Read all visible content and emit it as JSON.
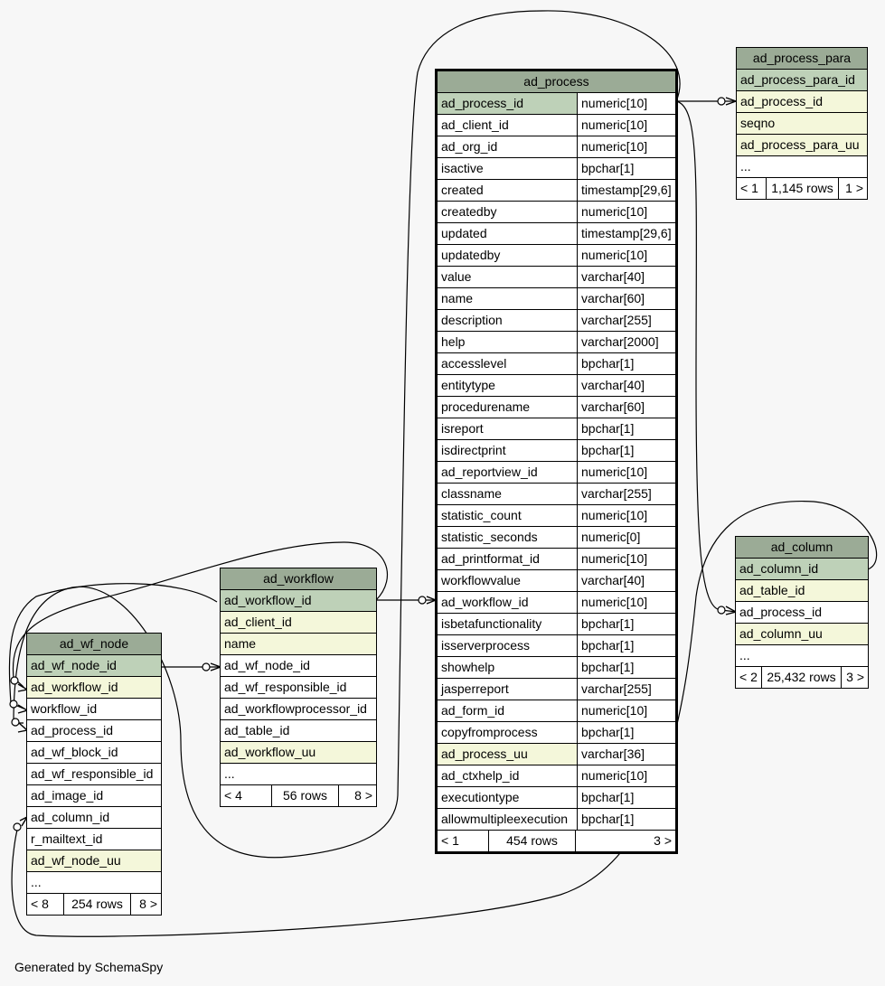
{
  "tables": {
    "ad_process": {
      "name": "ad_process",
      "columns": [
        {
          "name": "ad_process_id",
          "type": "numeric[10]",
          "key": "pk"
        },
        {
          "name": "ad_client_id",
          "type": "numeric[10]",
          "key": ""
        },
        {
          "name": "ad_org_id",
          "type": "numeric[10]",
          "key": ""
        },
        {
          "name": "isactive",
          "type": "bpchar[1]",
          "key": ""
        },
        {
          "name": "created",
          "type": "timestamp[29,6]",
          "key": ""
        },
        {
          "name": "createdby",
          "type": "numeric[10]",
          "key": ""
        },
        {
          "name": "updated",
          "type": "timestamp[29,6]",
          "key": ""
        },
        {
          "name": "updatedby",
          "type": "numeric[10]",
          "key": ""
        },
        {
          "name": "value",
          "type": "varchar[40]",
          "key": ""
        },
        {
          "name": "name",
          "type": "varchar[60]",
          "key": ""
        },
        {
          "name": "description",
          "type": "varchar[255]",
          "key": ""
        },
        {
          "name": "help",
          "type": "varchar[2000]",
          "key": ""
        },
        {
          "name": "accesslevel",
          "type": "bpchar[1]",
          "key": ""
        },
        {
          "name": "entitytype",
          "type": "varchar[40]",
          "key": ""
        },
        {
          "name": "procedurename",
          "type": "varchar[60]",
          "key": ""
        },
        {
          "name": "isreport",
          "type": "bpchar[1]",
          "key": ""
        },
        {
          "name": "isdirectprint",
          "type": "bpchar[1]",
          "key": ""
        },
        {
          "name": "ad_reportview_id",
          "type": "numeric[10]",
          "key": ""
        },
        {
          "name": "classname",
          "type": "varchar[255]",
          "key": ""
        },
        {
          "name": "statistic_count",
          "type": "numeric[10]",
          "key": ""
        },
        {
          "name": "statistic_seconds",
          "type": "numeric[0]",
          "key": ""
        },
        {
          "name": "ad_printformat_id",
          "type": "numeric[10]",
          "key": ""
        },
        {
          "name": "workflowvalue",
          "type": "varchar[40]",
          "key": ""
        },
        {
          "name": "ad_workflow_id",
          "type": "numeric[10]",
          "key": ""
        },
        {
          "name": "isbetafunctionality",
          "type": "bpchar[1]",
          "key": ""
        },
        {
          "name": "isserverprocess",
          "type": "bpchar[1]",
          "key": ""
        },
        {
          "name": "showhelp",
          "type": "bpchar[1]",
          "key": ""
        },
        {
          "name": "jasperreport",
          "type": "varchar[255]",
          "key": ""
        },
        {
          "name": "ad_form_id",
          "type": "numeric[10]",
          "key": ""
        },
        {
          "name": "copyfromprocess",
          "type": "bpchar[1]",
          "key": ""
        },
        {
          "name": "ad_process_uu",
          "type": "varchar[36]",
          "key": "fk"
        },
        {
          "name": "ad_ctxhelp_id",
          "type": "numeric[10]",
          "key": ""
        },
        {
          "name": "executiontype",
          "type": "bpchar[1]",
          "key": ""
        },
        {
          "name": "allowmultipleexecution",
          "type": "bpchar[1]",
          "key": ""
        }
      ],
      "footer": [
        "< 1",
        "454 rows",
        "3 >"
      ]
    },
    "ad_process_para": {
      "name": "ad_process_para",
      "columns": [
        {
          "name": "ad_process_para_id",
          "key": "pk"
        },
        {
          "name": "ad_process_id",
          "key": "fk"
        },
        {
          "name": "seqno",
          "key": "fk"
        },
        {
          "name": "ad_process_para_uu",
          "key": "fk"
        },
        {
          "name": "...",
          "key": ""
        }
      ],
      "footer": [
        "< 1",
        "1,145 rows",
        "1 >"
      ]
    },
    "ad_column": {
      "name": "ad_column",
      "columns": [
        {
          "name": "ad_column_id",
          "key": "pk"
        },
        {
          "name": "ad_table_id",
          "key": "fk"
        },
        {
          "name": "ad_process_id",
          "key": ""
        },
        {
          "name": "ad_column_uu",
          "key": "fk"
        },
        {
          "name": "...",
          "key": ""
        }
      ],
      "footer": [
        "< 2",
        "25,432 rows",
        "3 >"
      ]
    },
    "ad_workflow": {
      "name": "ad_workflow",
      "columns": [
        {
          "name": "ad_workflow_id",
          "key": "pk"
        },
        {
          "name": "ad_client_id",
          "key": "fk"
        },
        {
          "name": "name",
          "key": "fk"
        },
        {
          "name": "ad_wf_node_id",
          "key": ""
        },
        {
          "name": "ad_wf_responsible_id",
          "key": ""
        },
        {
          "name": "ad_workflowprocessor_id",
          "key": ""
        },
        {
          "name": "ad_table_id",
          "key": ""
        },
        {
          "name": "ad_workflow_uu",
          "key": "fk"
        },
        {
          "name": "...",
          "key": ""
        }
      ],
      "footer": [
        "< 4",
        "56 rows",
        "8 >"
      ]
    },
    "ad_wf_node": {
      "name": "ad_wf_node",
      "columns": [
        {
          "name": "ad_wf_node_id",
          "key": "pk"
        },
        {
          "name": "ad_workflow_id",
          "key": "fk"
        },
        {
          "name": "workflow_id",
          "key": ""
        },
        {
          "name": "ad_process_id",
          "key": ""
        },
        {
          "name": "ad_wf_block_id",
          "key": ""
        },
        {
          "name": "ad_wf_responsible_id",
          "key": ""
        },
        {
          "name": "ad_image_id",
          "key": ""
        },
        {
          "name": "ad_column_id",
          "key": ""
        },
        {
          "name": "r_mailtext_id",
          "key": ""
        },
        {
          "name": "ad_wf_node_uu",
          "key": "fk"
        },
        {
          "name": "...",
          "key": ""
        }
      ],
      "footer": [
        "< 8",
        "254 rows",
        "8 >"
      ]
    }
  },
  "generated_by": "Generated by SchemaSpy"
}
